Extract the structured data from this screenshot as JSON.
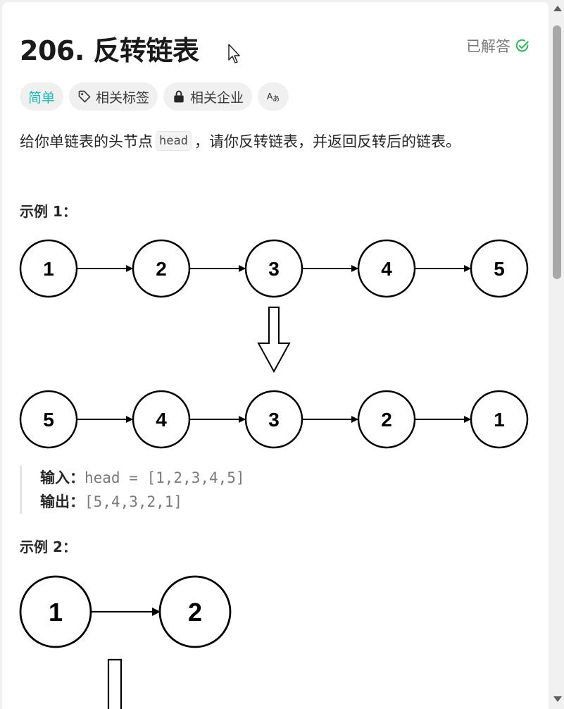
{
  "problem": {
    "title": "206. 反转链表",
    "status": "已解答",
    "difficulty": "简单",
    "tags_label": "相关标签",
    "companies_label": "相关企业",
    "translate_icon_text": "Aあ",
    "description_before": "给你单链表的头节点",
    "description_code": "head",
    "description_after": "，请你反转链表，并返回反转后的链表。"
  },
  "colors": {
    "accent_easy": "#1cb8b8",
    "solved_check": "#2db55d"
  },
  "example1": {
    "title": "示例 1：",
    "before_nodes": [
      "1",
      "2",
      "3",
      "4",
      "5"
    ],
    "after_nodes": [
      "5",
      "4",
      "3",
      "2",
      "1"
    ],
    "input_label": "输入：",
    "input_value": "head = [1,2,3,4,5]",
    "output_label": "输出：",
    "output_value": "[5,4,3,2,1]"
  },
  "example2": {
    "title": "示例 2：",
    "before_nodes": [
      "1",
      "2"
    ]
  }
}
